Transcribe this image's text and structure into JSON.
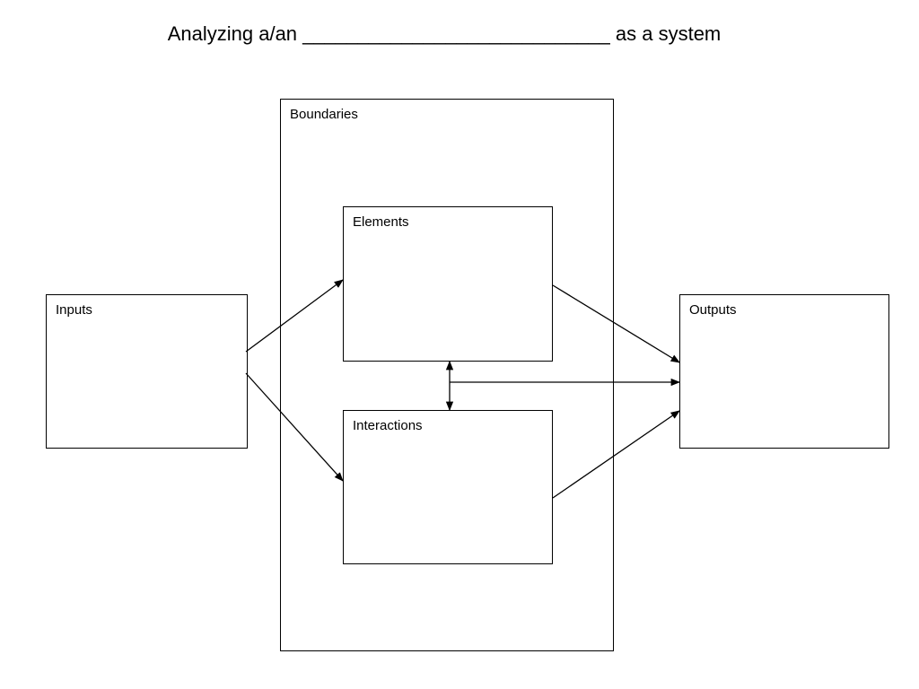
{
  "title": {
    "prefix": "Analyzing a/an",
    "blank": "____________________________",
    "suffix": "as a system"
  },
  "boxes": {
    "boundaries": "Boundaries",
    "elements": "Elements",
    "interactions": "Interactions",
    "inputs": "Inputs",
    "outputs": "Outputs"
  }
}
